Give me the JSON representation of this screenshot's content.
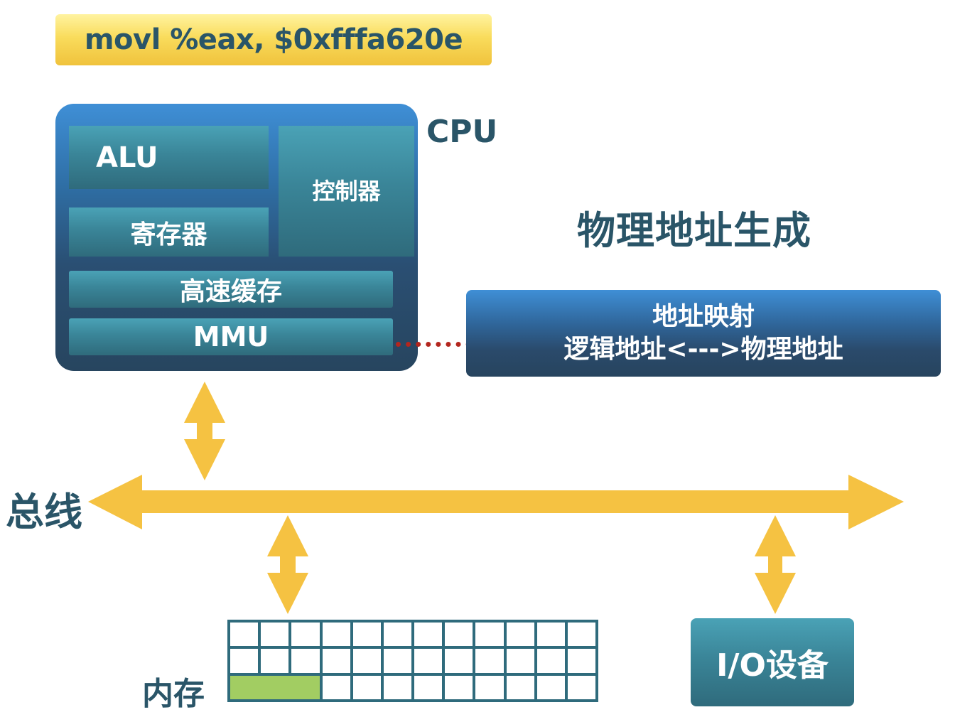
{
  "instruction": "movl %eax, $0xfffa620e",
  "cpu": {
    "label": "CPU",
    "alu": "ALU",
    "register": "寄存器",
    "controller": "控制器",
    "cache": "高速缓存",
    "mmu": "MMU"
  },
  "physical_address_title": "物理地址生成",
  "address_mapping": {
    "line1": "地址映射",
    "line2": "逻辑地址<--->物理地址"
  },
  "bus_label": "总线",
  "memory": {
    "label": "内存",
    "columns": 12,
    "rows": 3,
    "highlighted_cells": "row 3, columns 1-3"
  },
  "io_device": "I/O设备",
  "colors": {
    "arrow": "#f5c242",
    "text_dark": "#2a5568",
    "highlight": "#a2cd62",
    "dotted_connector": "#b3261e"
  }
}
